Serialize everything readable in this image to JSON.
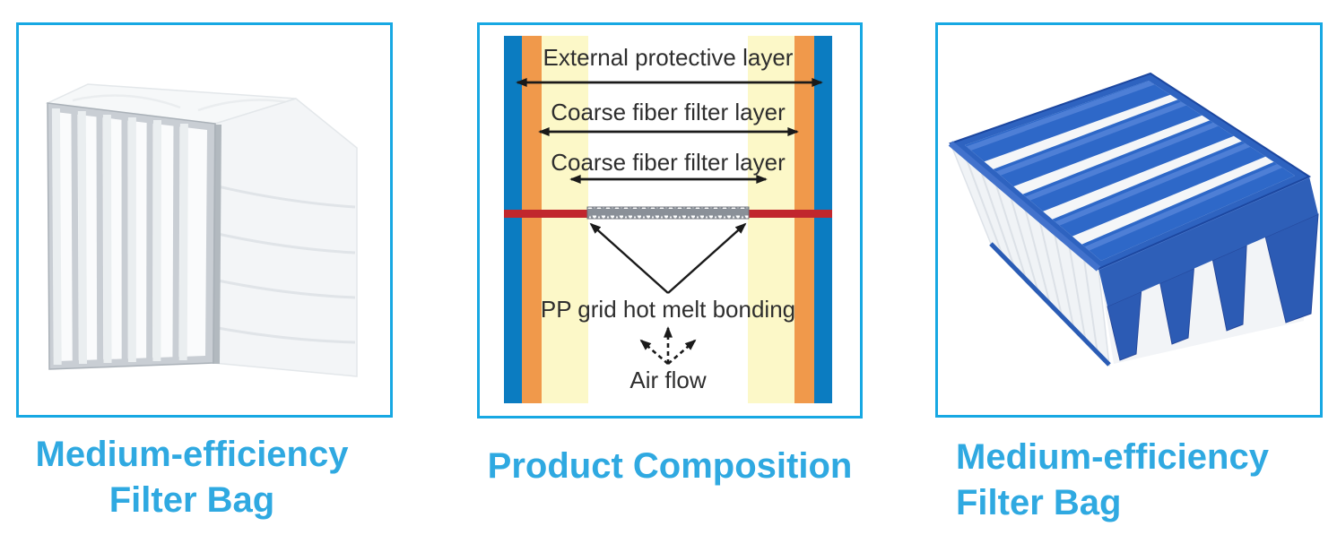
{
  "theme": {
    "panel_border_color": "#17A8E3",
    "caption_color": "#2FA9E1",
    "diagram_text_color": "#2E2E2E"
  },
  "left_panel": {
    "caption": [
      "Medium-efficiency",
      "Filter Bag"
    ],
    "image_name": "white-pocket-filter-bag-photo"
  },
  "middle_panel": {
    "caption": "Product Composition",
    "labels": {
      "layer1": "External protective layer",
      "layer2": "Coarse fiber filter layer",
      "layer3": "Coarse fiber filter layer",
      "bonding": "PP grid hot melt bonding",
      "airflow": "Air flow"
    },
    "colors": {
      "outer_layer": "#0B7CC1",
      "mid_layer": "#F0994B",
      "inner_layer": "#FCF8C8",
      "bond_bar": "#C1272D",
      "pp_grid": "#8A9098"
    }
  },
  "right_panel": {
    "caption": [
      "Medium-efficiency",
      "Filter Bag"
    ],
    "image_name": "blue-vbank-filter-photo",
    "product_color": "#2E63C0"
  }
}
